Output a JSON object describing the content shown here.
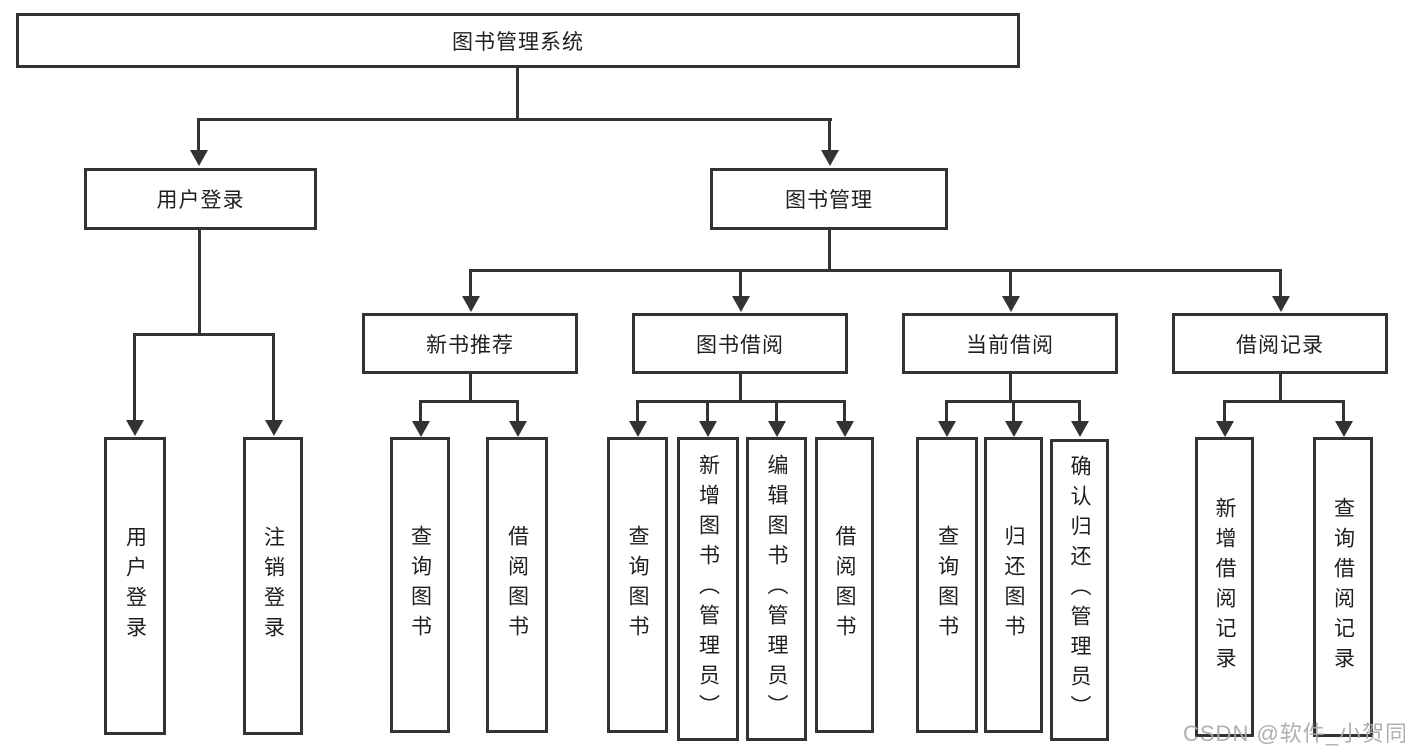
{
  "tree": {
    "label": "图书管理系统",
    "children": [
      {
        "label": "用户登录",
        "children": [
          {
            "label": "用户登录"
          },
          {
            "label": "注销登录"
          }
        ]
      },
      {
        "label": "图书管理",
        "children": [
          {
            "label": "新书推荐",
            "children": [
              {
                "label": "查询图书"
              },
              {
                "label": "借阅图书"
              }
            ]
          },
          {
            "label": "图书借阅",
            "children": [
              {
                "label": "查询图书"
              },
              {
                "label": "新增图书（管理员）"
              },
              {
                "label": "编辑图书（管理员）"
              },
              {
                "label": "借阅图书"
              }
            ]
          },
          {
            "label": "当前借阅",
            "children": [
              {
                "label": "查询图书"
              },
              {
                "label": "归还图书"
              },
              {
                "label": "确认归还（管理员）"
              }
            ]
          },
          {
            "label": "借阅记录",
            "children": [
              {
                "label": "新增借阅记录"
              },
              {
                "label": "查询借阅记录"
              }
            ]
          }
        ]
      }
    ]
  },
  "watermark": "CSDN @软件_小贺同学",
  "colors": {
    "line": "#333333",
    "text": "#1f1f1f",
    "background": "#ffffff",
    "watermark": "#a8a8ae"
  }
}
